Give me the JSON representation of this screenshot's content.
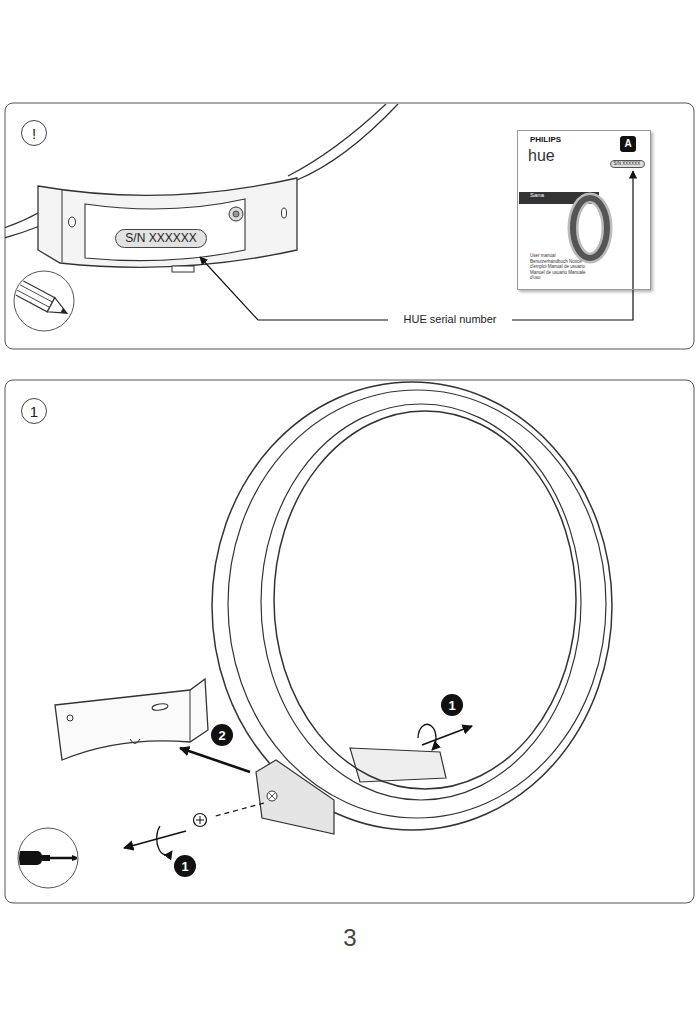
{
  "diagram": {
    "nodes": [
      {
        "text": [
          "!"
        ]
      },
      {
        "text": [
          "S/N XXXXXX"
        ]
      },
      {
        "text": [
          "PHILIPS",
          "hue",
          "Sana",
          "User manual Benutzerhandbuch Notice d'emploi Manual de usuario Manuel de usuario Manuale d'uso"
        ]
      },
      {
        "text": [
          "A"
        ],
        "in": 2
      },
      {
        "text": [
          "S/N XXXXXX"
        ],
        "in": 2
      },
      {
        "text": [
          "1"
        ]
      },
      {
        "text": [
          "1"
        ]
      },
      {
        "text": [
          "2"
        ]
      },
      {
        "text": [
          "1"
        ]
      }
    ],
    "labels": [
      "HUE serial number",
      "3"
    ]
  }
}
